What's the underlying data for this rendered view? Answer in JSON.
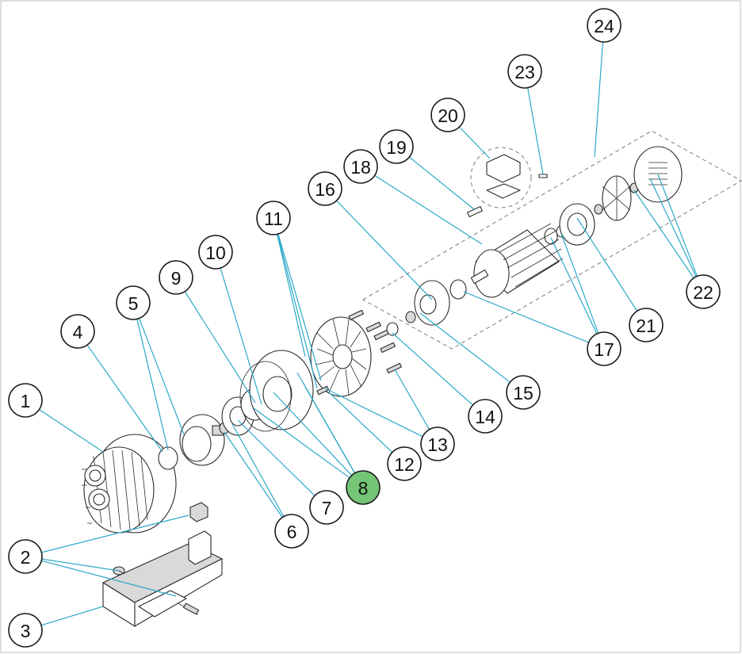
{
  "diagram": {
    "highlight_color": "#74c576",
    "leader_color": "#2aa9c9",
    "callouts": [
      {
        "id": 1,
        "label": "1",
        "highlighted": false
      },
      {
        "id": 2,
        "label": "2",
        "highlighted": false
      },
      {
        "id": 3,
        "label": "3",
        "highlighted": false
      },
      {
        "id": 4,
        "label": "4",
        "highlighted": false
      },
      {
        "id": 5,
        "label": "5",
        "highlighted": false
      },
      {
        "id": 6,
        "label": "6",
        "highlighted": false
      },
      {
        "id": 7,
        "label": "7",
        "highlighted": false
      },
      {
        "id": 8,
        "label": "8",
        "highlighted": true
      },
      {
        "id": 9,
        "label": "9",
        "highlighted": false
      },
      {
        "id": 10,
        "label": "10",
        "highlighted": false
      },
      {
        "id": 11,
        "label": "11",
        "highlighted": false
      },
      {
        "id": 12,
        "label": "12",
        "highlighted": false
      },
      {
        "id": 13,
        "label": "13",
        "highlighted": false
      },
      {
        "id": 14,
        "label": "14",
        "highlighted": false
      },
      {
        "id": 15,
        "label": "15",
        "highlighted": false
      },
      {
        "id": 16,
        "label": "16",
        "highlighted": false
      },
      {
        "id": 17,
        "label": "17",
        "highlighted": false
      },
      {
        "id": 18,
        "label": "18",
        "highlighted": false
      },
      {
        "id": 19,
        "label": "19",
        "highlighted": false
      },
      {
        "id": 20,
        "label": "20",
        "highlighted": false
      },
      {
        "id": 21,
        "label": "21",
        "highlighted": false
      },
      {
        "id": 22,
        "label": "22",
        "highlighted": false
      },
      {
        "id": 23,
        "label": "23",
        "highlighted": false
      },
      {
        "id": 24,
        "label": "24",
        "highlighted": false
      }
    ]
  }
}
